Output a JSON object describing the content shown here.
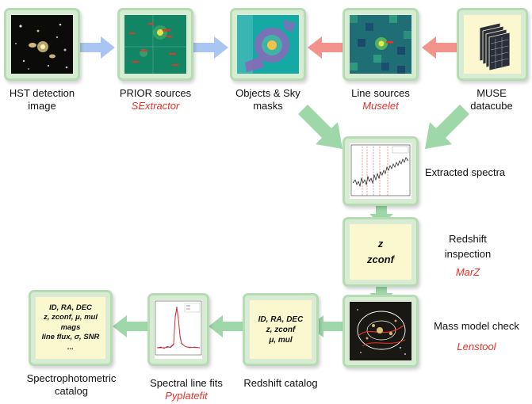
{
  "nodes": {
    "hst": {
      "label": "HST detection\nimage"
    },
    "prior": {
      "label": "PRIOR sources",
      "tool": "SExtractor"
    },
    "masks": {
      "label": "Objects & Sky\nmasks"
    },
    "line": {
      "label": "Line sources",
      "tool": "Muselet"
    },
    "muse": {
      "label": "MUSE\ndatacube"
    },
    "spectra": {
      "label": "Extracted spectra"
    },
    "redshift_inspection": {
      "label": "Redshift\ninspection",
      "tool": "MarZ",
      "card_lines": [
        "z",
        "zconf"
      ]
    },
    "mass_model": {
      "label": "Mass model check",
      "tool": "Lenstool"
    },
    "redshift_catalog": {
      "label": "Redshift catalog",
      "card_lines": [
        "ID, RA, DEC",
        "z, zconf",
        "μ, mul"
      ]
    },
    "spectral_fits": {
      "label": "Spectral line fits",
      "tool": "Pyplatefit"
    },
    "spectrophotometric": {
      "label": "Spectrophotometric\ncatalog",
      "card_lines": [
        "ID, RA, DEC",
        "z, zconf, μ, mul",
        "mags",
        "line flux, σ, SNR",
        "..."
      ]
    }
  },
  "colors": {
    "blue_arrow": "#a9c6f2",
    "red_arrow": "#f2948c",
    "green_arrow": "#9ed8a8",
    "frame": "#b6dcb4",
    "card": "#fbf8cf",
    "tool_text": "#e8322a"
  }
}
